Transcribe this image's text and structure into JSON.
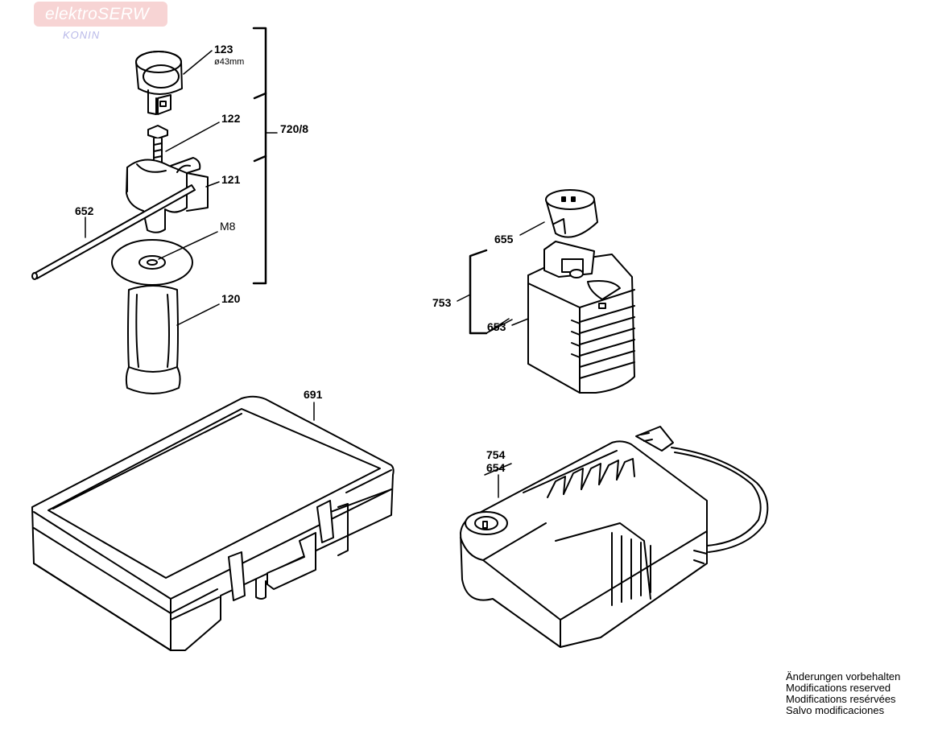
{
  "watermark": {
    "brand": "elektroSERW",
    "city": "KONIN"
  },
  "parts": {
    "p123": "123",
    "p123_note": "ø43mm",
    "p122": "122",
    "p121": "121",
    "p720_8": "720/8",
    "p652": "652",
    "m8": "M8",
    "p120": "120",
    "p655": "655",
    "p753": "753",
    "p653": "653",
    "p691": "691",
    "p754": "754",
    "p654": "654"
  },
  "disclaimer": {
    "de": "Änderungen vorbehalten",
    "en": "Modifications reserved",
    "fr": "Modifications resérvées",
    "es": "Salvo modificaciones"
  }
}
